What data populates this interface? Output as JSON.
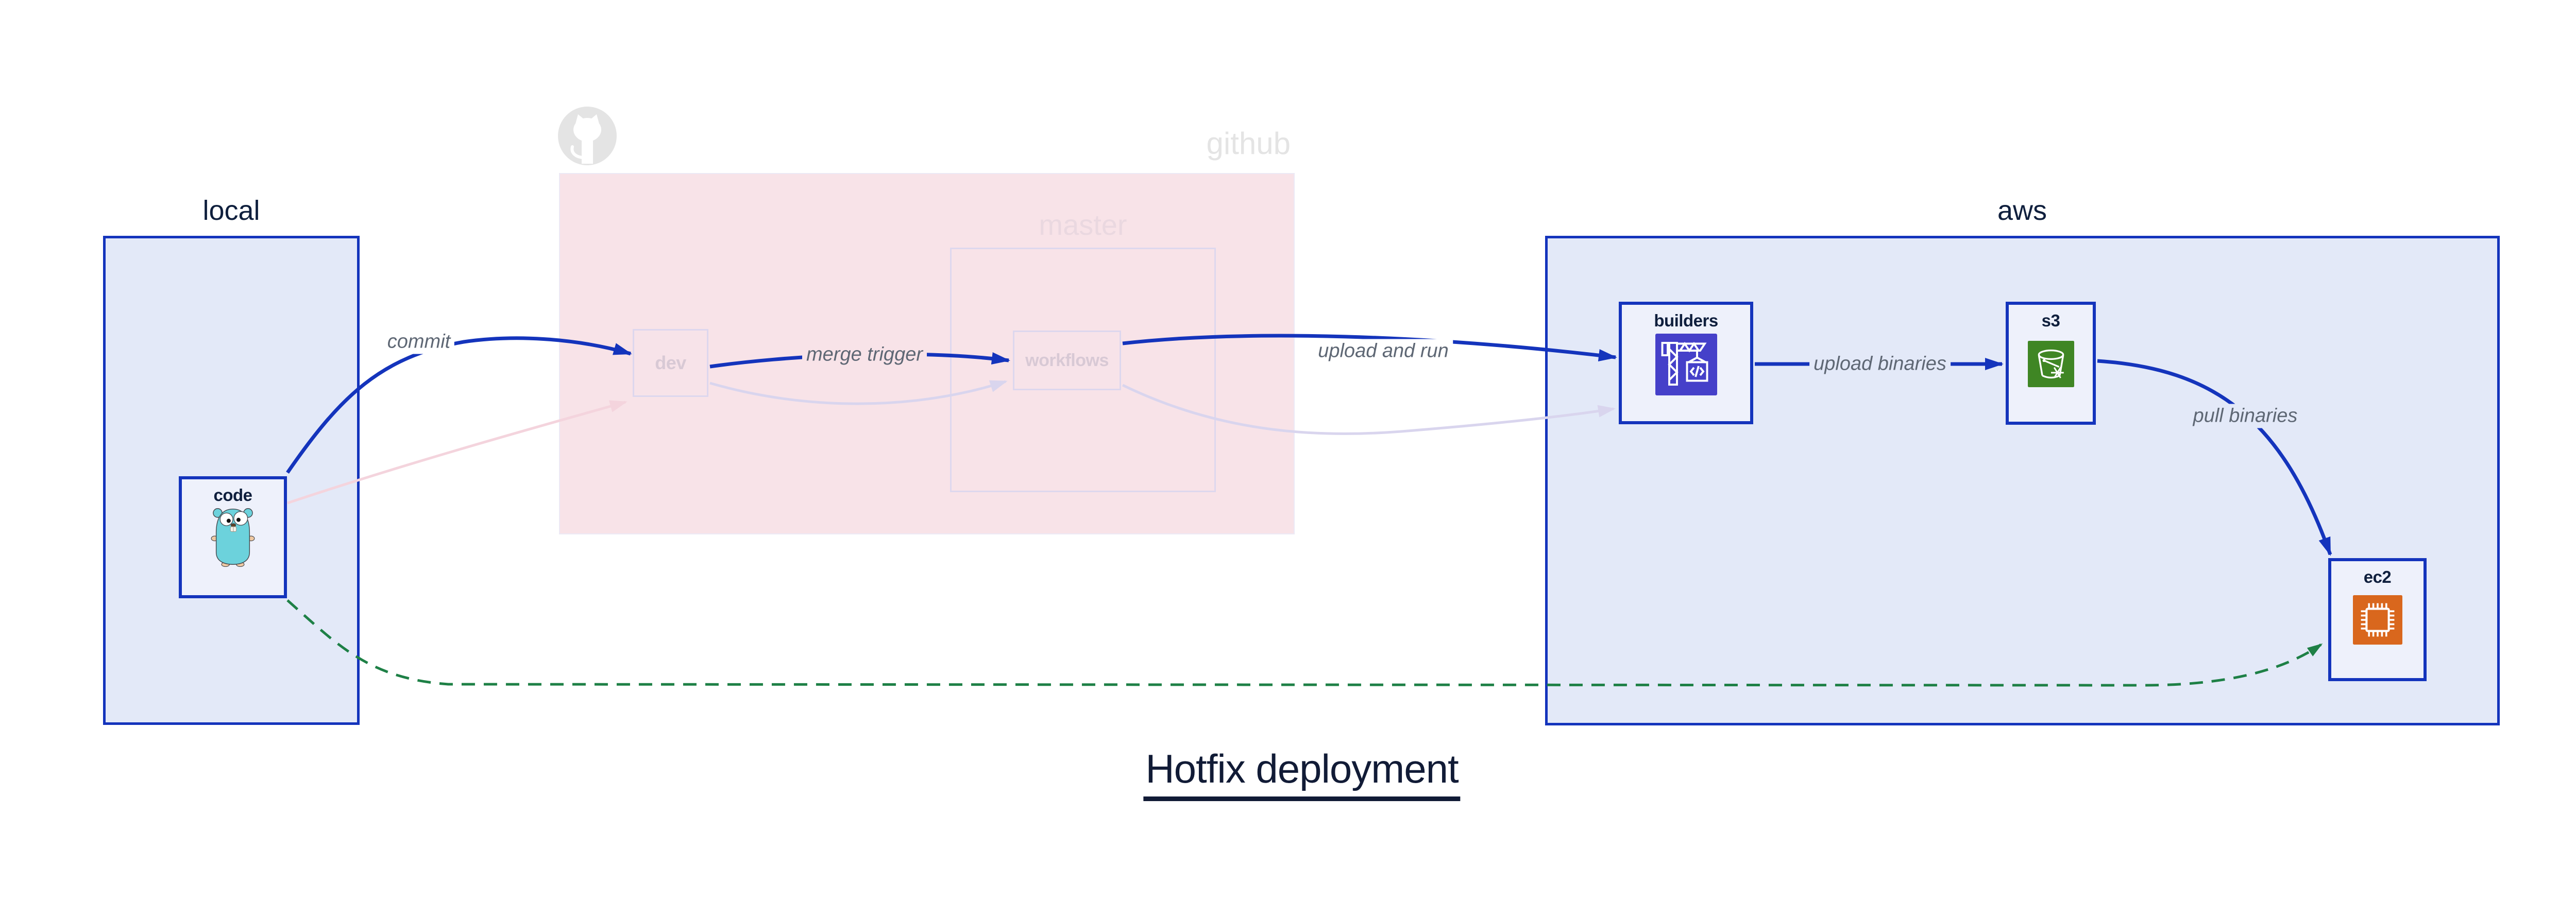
{
  "title": {
    "text": "Hotfix deployment"
  },
  "groups": {
    "local": {
      "label": "local"
    },
    "github": {
      "label": "github",
      "master_label": "master"
    },
    "aws": {
      "label": "aws"
    }
  },
  "nodes": {
    "code": {
      "label": "code",
      "icon": "go-gopher-icon"
    },
    "dev": {
      "label": "dev"
    },
    "workflows": {
      "label": "workflows"
    },
    "builders": {
      "label": "builders",
      "icon": "aws-codebuild-crane-icon"
    },
    "s3": {
      "label": "s3",
      "icon": "aws-s3-glacier-bucket-icon"
    },
    "ec2": {
      "label": "ec2",
      "icon": "aws-ec2-chip-icon"
    }
  },
  "edges": {
    "commit": {
      "label": "commit",
      "from": "code",
      "to": "dev",
      "style": "solid-blue"
    },
    "merge_trigger": {
      "label": "merge trigger",
      "from": "dev",
      "to": "workflows",
      "style": "solid-blue"
    },
    "upload_and_run": {
      "label": "upload and run",
      "from": "workflows",
      "to": "builders",
      "style": "solid-blue"
    },
    "upload_binaries": {
      "label": "upload binaries",
      "from": "builders",
      "to": "s3",
      "style": "solid-blue"
    },
    "pull_binaries": {
      "label": "pull binaries",
      "from": "s3",
      "to": "ec2",
      "style": "solid-blue"
    },
    "hotfix_path": {
      "from": "code",
      "to": "ec2",
      "style": "dashed-green"
    },
    "faded_code_to_dev": {
      "from": "code",
      "to": "dev",
      "style": "faded-pink"
    },
    "faded_dev_to_workflows": {
      "from": "dev",
      "to": "workflows",
      "style": "faded-lavender"
    },
    "faded_workflows_to_builders": {
      "from": "workflows",
      "to": "builders",
      "style": "faded-lavender"
    }
  },
  "colors": {
    "arrow_blue": "#1434bc",
    "arrow_green": "#1e8046",
    "arrow_faded_pink": "#f4d4dd",
    "arrow_faded_lavender": "#d9d5ee",
    "group_fill": "#e3e9f8",
    "group_border": "#1434bc",
    "node_fill": "#eef1fb",
    "github_fill": "#f8e3e8",
    "faded_border": "#ddd7ee",
    "codebuild_icon_bg": "#4540c9",
    "s3_icon_bg": "#3f8624",
    "ec2_icon_bg": "#d9671d",
    "gopher_body": "#6cd2dc",
    "octocat_gray": "#e4e4e4",
    "edge_label_gray": "#5e6774",
    "text_navy": "#0f1f3d"
  }
}
